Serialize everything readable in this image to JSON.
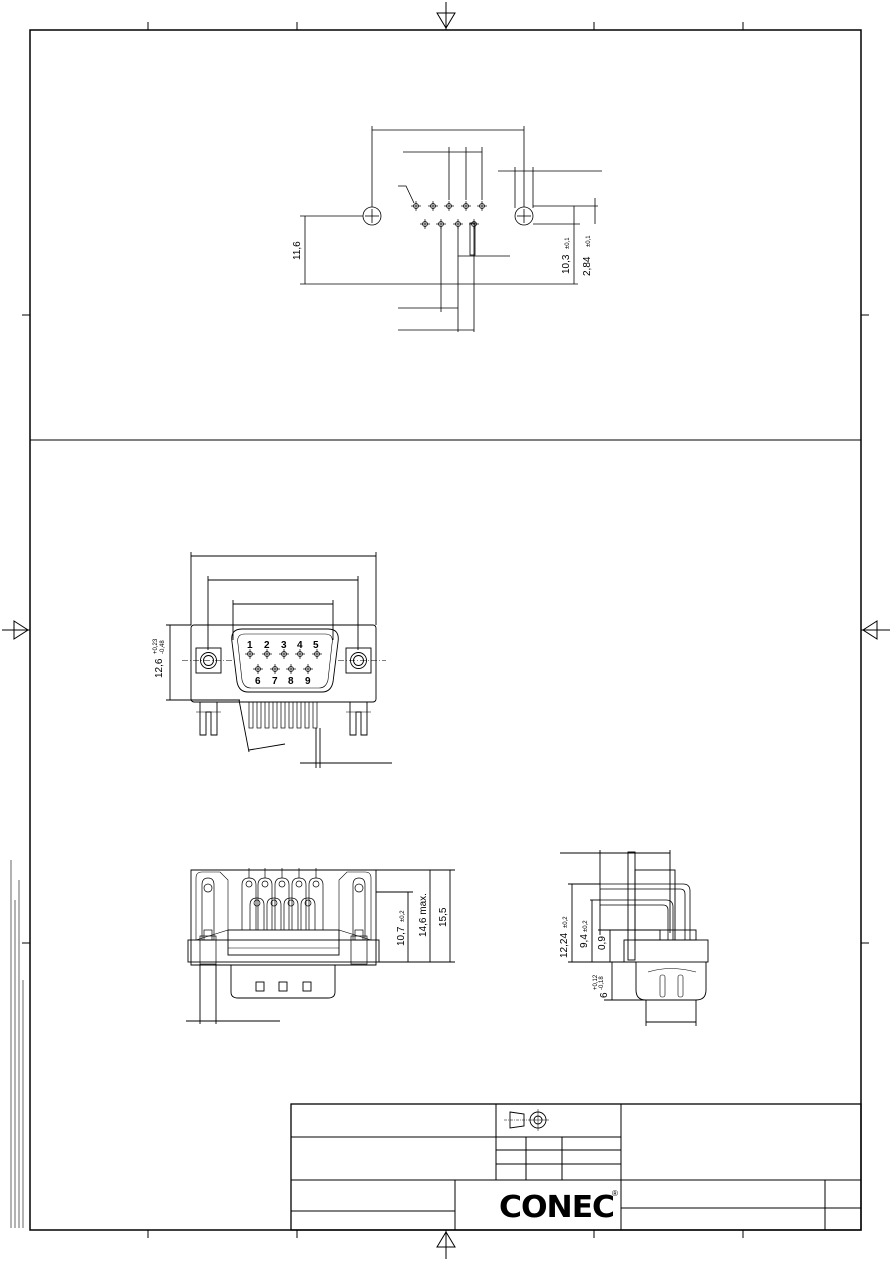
{
  "views": {
    "footprint": {
      "dims": {
        "height": "11,6",
        "pitch_y": "10,3",
        "pitch_y_tol": "±0,1",
        "row_offset": "2,84",
        "row_offset_tol": "±0,1"
      }
    },
    "front": {
      "height": "12,6",
      "height_tol_upper": "+0,23",
      "height_tol_lower": "-0,48",
      "pins_top": [
        "1",
        "2",
        "3",
        "4",
        "5"
      ],
      "pins_bottom": [
        "6",
        "7",
        "8",
        "9"
      ]
    },
    "bottom": {
      "dims": {
        "d1": "10,7",
        "d1_tol": "±0,2",
        "d2": "14,6 max.",
        "d3": "15,5"
      }
    },
    "side": {
      "dims": {
        "d1": "12,24",
        "d1_tol": "±0,2",
        "d2": "9,4",
        "d2_tol": "±0,2",
        "d3": "0,9",
        "d4": "6",
        "d4_tol_upper": "+0,12",
        "d4_tol_lower": "-0,18"
      }
    }
  },
  "title_block": {
    "brand": "CONEC",
    "brand_mark": "®",
    "projection_symbol": "first-angle-projection-icon"
  }
}
